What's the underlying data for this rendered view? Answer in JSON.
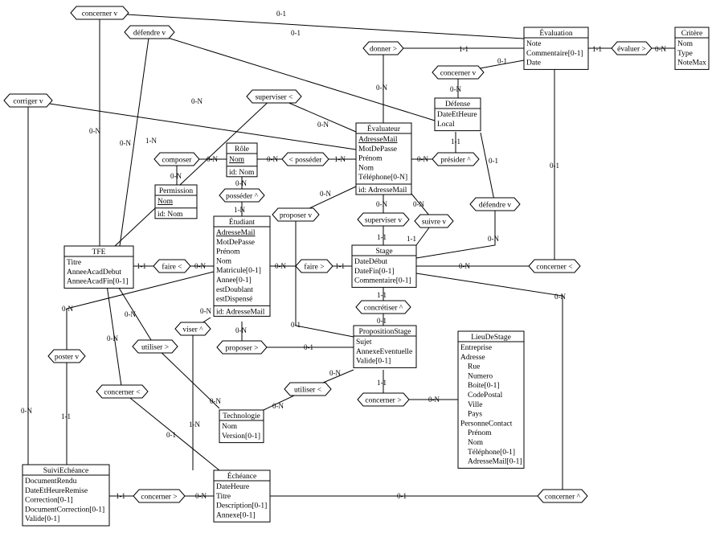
{
  "entities": [
    {
      "id": "TFE",
      "name": "TFE",
      "attrs": [
        {
          "t": "Titre"
        },
        {
          "t": "AnneeAcadDebut"
        },
        {
          "t": "AnneeAcadFin[0-1]"
        }
      ]
    },
    {
      "id": "Evaluation",
      "name": "Évaluation",
      "attrs": [
        {
          "t": "Note"
        },
        {
          "t": "Commentaire[0-1]"
        },
        {
          "t": "Date"
        }
      ]
    },
    {
      "id": "Critere",
      "name": "Critère",
      "attrs": [
        {
          "t": "Nom"
        },
        {
          "t": "Type"
        },
        {
          "t": "NoteMax"
        }
      ]
    },
    {
      "id": "Defense",
      "name": "Défense",
      "attrs": [
        {
          "t": "DateEtHeure"
        },
        {
          "t": "Local"
        }
      ]
    },
    {
      "id": "Evaluateur",
      "name": "Évaluateur",
      "attrs": [
        {
          "t": "AdresseMail",
          "u": true
        },
        {
          "t": "MotDePasse"
        },
        {
          "t": "Prénom"
        },
        {
          "t": "Nom"
        },
        {
          "t": "Téléphone[0-N]"
        }
      ],
      "id_line": "id: AdresseMail"
    },
    {
      "id": "Role",
      "name": "Rôle",
      "attrs": [
        {
          "t": "Nom",
          "u": true
        }
      ],
      "id_line": "id: Nom"
    },
    {
      "id": "Permission",
      "name": "Permission",
      "attrs": [
        {
          "t": "Nom",
          "u": true
        }
      ],
      "id_line": "id: Nom"
    },
    {
      "id": "Etudiant",
      "name": "Étudiant",
      "attrs": [
        {
          "t": "AdresseMail",
          "u": true
        },
        {
          "t": "MotDePasse"
        },
        {
          "t": "Prénom"
        },
        {
          "t": "Nom"
        },
        {
          "t": "Matricule[0-1]"
        },
        {
          "t": "Annee[0-1]"
        },
        {
          "t": "estDoublant"
        },
        {
          "t": "estDispensé"
        }
      ],
      "id_line": "id: AdresseMail"
    },
    {
      "id": "Stage",
      "name": "Stage",
      "attrs": [
        {
          "t": "DateDébut"
        },
        {
          "t": "DateFin[0-1]"
        },
        {
          "t": "Commentaire[0-1]"
        }
      ]
    },
    {
      "id": "PropositionStage",
      "name": "PropositionStage",
      "attrs": [
        {
          "t": "Sujet"
        },
        {
          "t": "AnnexeEventuelle"
        },
        {
          "t": "Valide[0-1]"
        }
      ]
    },
    {
      "id": "LieuDeStage",
      "name": "LieuDeStage",
      "attrs": [
        {
          "t": "Entreprise"
        },
        {
          "t": "Adresse"
        },
        {
          "t": "Rue",
          "i": 1
        },
        {
          "t": "Numero",
          "i": 1
        },
        {
          "t": "Boite[0-1]",
          "i": 1
        },
        {
          "t": "CodePostal",
          "i": 1
        },
        {
          "t": "Ville",
          "i": 1
        },
        {
          "t": "Pays",
          "i": 1
        },
        {
          "t": "PersonneContact"
        },
        {
          "t": "Prénom",
          "i": 1
        },
        {
          "t": "Nom",
          "i": 1
        },
        {
          "t": "Téléphone[0-1]",
          "i": 1
        },
        {
          "t": "AdresseMail[0-1]",
          "i": 1
        }
      ]
    },
    {
      "id": "Technologie",
      "name": "Technologie",
      "attrs": [
        {
          "t": "Nom"
        },
        {
          "t": "Version[0-1]"
        }
      ]
    },
    {
      "id": "SuiviEcheance",
      "name": "SuiviEchéance",
      "attrs": [
        {
          "t": "DocumentRendu"
        },
        {
          "t": "DateEtHeureRemise"
        },
        {
          "t": "Correction[0-1]"
        },
        {
          "t": "DocumentCorrection[0-1]"
        },
        {
          "t": "Valide[0-1]"
        }
      ]
    },
    {
      "id": "Echeance",
      "name": "Échéance",
      "attrs": [
        {
          "t": "DateHeure"
        },
        {
          "t": "Titre"
        },
        {
          "t": "Description[0-1]"
        },
        {
          "t": "Annexe[0-1]"
        }
      ]
    }
  ],
  "relations": [
    {
      "id": "r_concerner_top",
      "label": "concerner v"
    },
    {
      "id": "r_defendre_top",
      "label": "défendre v"
    },
    {
      "id": "r_corriger",
      "label": "corriger v"
    },
    {
      "id": "r_superviser_top",
      "label": "superviser <"
    },
    {
      "id": "r_donner",
      "label": "donner >"
    },
    {
      "id": "r_evaluer",
      "label": "évaluer >"
    },
    {
      "id": "r_concerner_def",
      "label": "concerner v"
    },
    {
      "id": "r_composer",
      "label": "composer"
    },
    {
      "id": "r_posseder_role",
      "label": "< posséder"
    },
    {
      "id": "r_presider",
      "label": "présider ^"
    },
    {
      "id": "r_posseder_etu",
      "label": "posséder ^"
    },
    {
      "id": "r_defendre_mid",
      "label": "défendre v"
    },
    {
      "id": "r_proposer_v",
      "label": "proposer v"
    },
    {
      "id": "r_superviser_v",
      "label": "superviser v"
    },
    {
      "id": "r_suivre",
      "label": "suivre v"
    },
    {
      "id": "r_faire_tfe",
      "label": "faire <"
    },
    {
      "id": "r_faire_stage",
      "label": "faire >"
    },
    {
      "id": "r_concerner_stage",
      "label": "concerner <"
    },
    {
      "id": "r_concretiser",
      "label": "concrétiser ^"
    },
    {
      "id": "r_poster",
      "label": "poster v"
    },
    {
      "id": "r_viser",
      "label": "viser ^"
    },
    {
      "id": "r_utiliser_tfe",
      "label": "utiliser >"
    },
    {
      "id": "r_proposer_ps",
      "label": "proposer >"
    },
    {
      "id": "r_concerner_tfe",
      "label": "concerner <"
    },
    {
      "id": "r_utiliser_ps",
      "label": "utiliser <"
    },
    {
      "id": "r_concerner_lieu",
      "label": "concerner >"
    },
    {
      "id": "r_concerner_suivi",
      "label": "concerner >"
    },
    {
      "id": "r_concerner_ech",
      "label": "concerner ^"
    }
  ],
  "cards": [
    "0-1",
    "0-1",
    "0-N",
    "1-1",
    "1-N"
  ]
}
